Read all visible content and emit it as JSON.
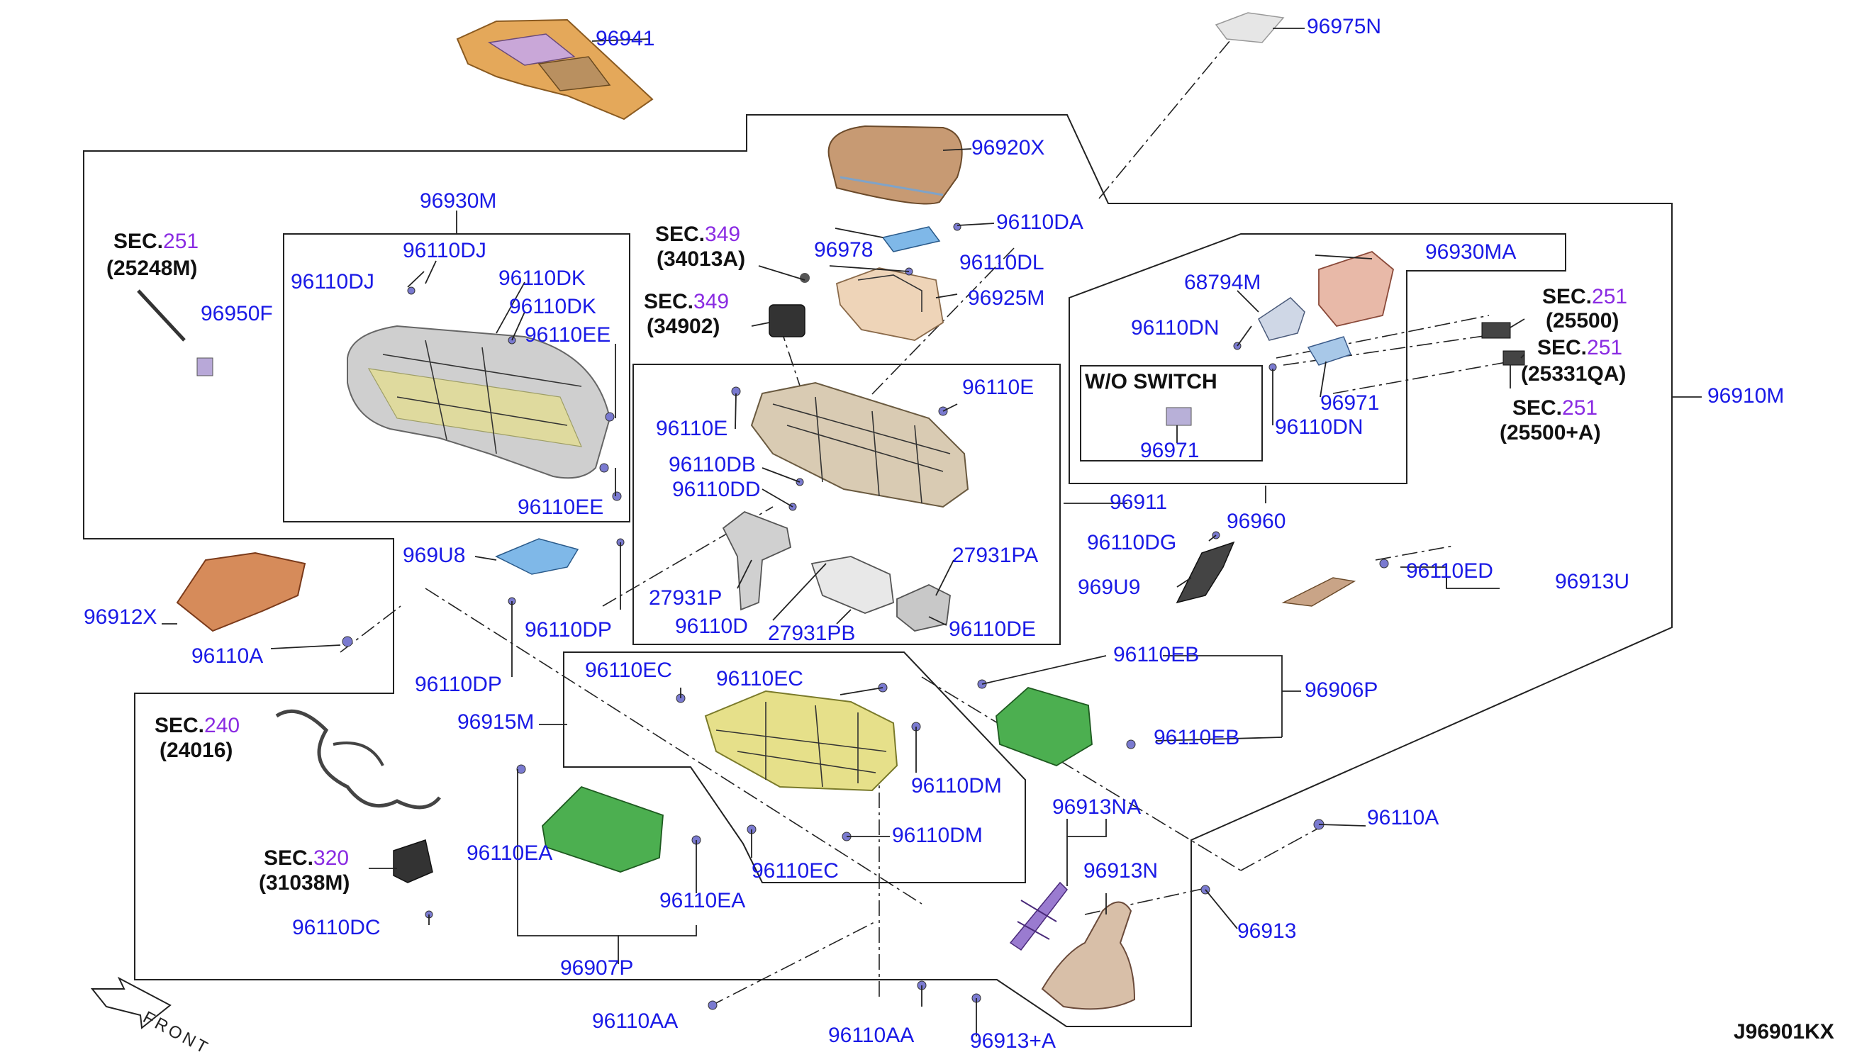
{
  "colors": {
    "label_blue": "#1a1ae6",
    "sec_purple": "#8a2be2",
    "trim_orange": "#e4a85a",
    "lid_tan": "#c79a73",
    "body_beige": "#d9cbb3",
    "bracket_yellow": "#e6e08a",
    "board_green": "#4caf50",
    "panel_pink": "#e8b9a8",
    "pad_blue": "#7fb8e8",
    "frame_gray": "#c8c8c8"
  },
  "parts": {
    "p96941": "96941",
    "p96975N": "96975N",
    "p96920X": "96920X",
    "p96110DA": "96110DA",
    "p96930M": "96930M",
    "p96110DJ_a": "96110DJ",
    "p96110DJ_b": "96110DJ",
    "p96110DK_a": "96110DK",
    "p96110DK_b": "96110DK",
    "p96110EE_a": "96110EE",
    "p96110EE_b": "96110EE",
    "p96950F": "96950F",
    "p96978": "96978",
    "p96110DL": "96110DL",
    "p96925M": "96925M",
    "p96930MA": "96930MA",
    "p68794M": "68794M",
    "p96110DN_a": "96110DN",
    "p96110DN_b": "96110DN",
    "p96971_a": "96971",
    "p96971_b": "96971",
    "wo_switch": "W/O SWITCH",
    "p96910M": "96910M",
    "p96110E_a": "96110E",
    "p96110E_b": "96110E",
    "p96110DB": "96110DB",
    "p96110DD": "96110DD",
    "p96911": "96911",
    "p96960": "96960",
    "p96110DG": "96110DG",
    "p969U9": "969U9",
    "p969U8": "969U8",
    "p27931PA": "27931PA",
    "p27931P": "27931P",
    "p96110D": "96110D",
    "p27931PB": "27931PB",
    "p96110DE": "96110DE",
    "p96110DP_a": "96110DP",
    "p96110DP_b": "96110DP",
    "p96912X": "96912X",
    "p96110A_a": "96110A",
    "p96110A_b": "96110A",
    "p96110ED": "96110ED",
    "p96913U": "96913U",
    "p96110EB_a": "96110EB",
    "p96110EB_b": "96110EB",
    "p96906P": "96906P",
    "p96110EC_a": "96110EC",
    "p96110EC_b": "96110EC",
    "p96110EC_c": "96110EC",
    "p96915M": "96915M",
    "p96110DM_a": "96110DM",
    "p96110DM_b": "96110DM",
    "p96110EA_a": "96110EA",
    "p96110EA_b": "96110EA",
    "p96907P": "96907P",
    "p96913NA": "96913NA",
    "p96913N": "96913N",
    "p96913": "96913",
    "p96913A": "96913+A",
    "p96110DC": "96110DC",
    "p96110AA_a": "96110AA",
    "p96110AA_b": "96110AA"
  },
  "sections": {
    "s251a": {
      "prefix": "SEC.",
      "num": "251",
      "code": "(25248M)"
    },
    "s349a": {
      "prefix": "SEC.",
      "num": "349",
      "code": "(34013A)"
    },
    "s349b": {
      "prefix": "SEC.",
      "num": "349",
      "code": "(34902)"
    },
    "s251b": {
      "prefix": "SEC.",
      "num": "251",
      "code": "(25500)"
    },
    "s251c": {
      "prefix": "SEC.",
      "num": "251",
      "code": "(25331QA)"
    },
    "s251d": {
      "prefix": "SEC.",
      "num": "251",
      "code": "(25500+A)"
    },
    "s240": {
      "prefix": "SEC.",
      "num": "240",
      "code": "(24016)"
    },
    "s320": {
      "prefix": "SEC.",
      "num": "320",
      "code": "(31038M)"
    }
  },
  "front_label": "FRONT",
  "drawing_code": "J96901KX",
  "icons": [
    "front-arrow-icon"
  ]
}
